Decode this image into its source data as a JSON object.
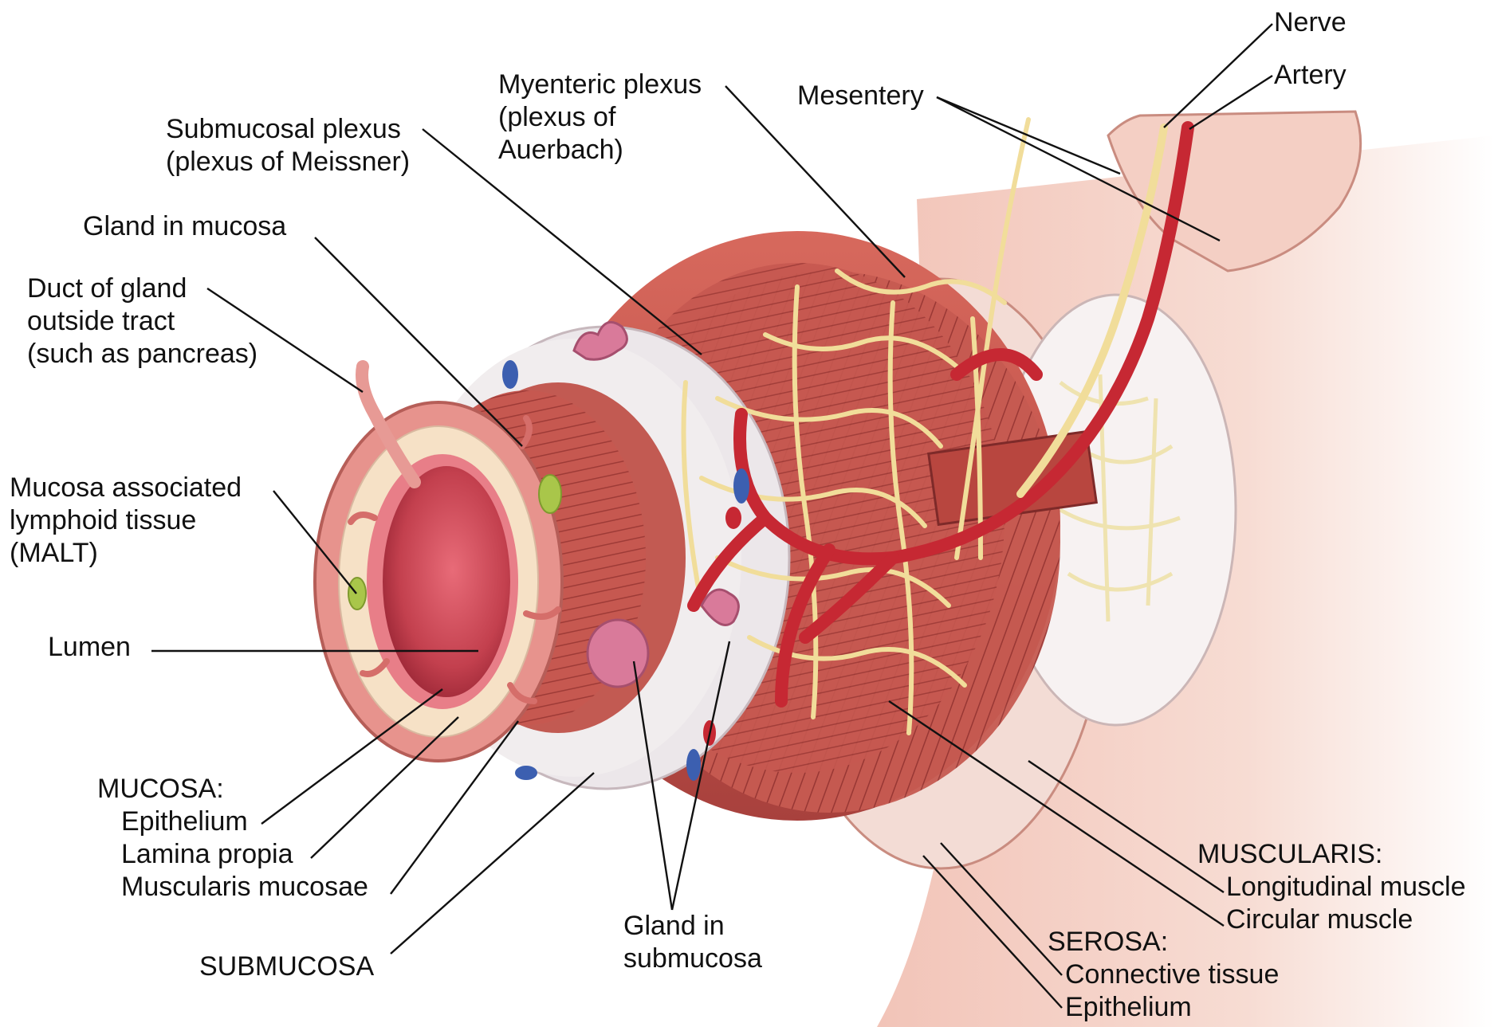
{
  "colors": {
    "muscle": "#c9594f",
    "muscle_dark": "#a63a35",
    "muscle_light": "#e08a7c",
    "mucosa_pink": "#e7938d",
    "lumen": "#b83a47",
    "lamina": "#f6e1c6",
    "submucosa": "#ece7ea",
    "serosa": "#f3dcd5",
    "nerve": "#f3e0a0",
    "artery": "#c62833",
    "malt": "#a9c64a",
    "vein": "#3c5fb0",
    "leader": "#111111"
  },
  "labels": {
    "nerve": [
      "Nerve"
    ],
    "artery": [
      "Artery"
    ],
    "mesentery": [
      "Mesentery"
    ],
    "myenteric": [
      "Myenteric plexus",
      "(plexus of",
      "Auerbach)"
    ],
    "submucosal_plexus": [
      "Submucosal plexus",
      "(plexus of Meissner)"
    ],
    "gland_mucosa": [
      "Gland in mucosa"
    ],
    "duct": [
      "Duct of gland",
      "outside tract",
      "(such as pancreas)"
    ],
    "malt": [
      "Mucosa associated",
      "lymphoid tissue",
      "(MALT)"
    ],
    "lumen": [
      "Lumen"
    ],
    "mucosa": [
      "MUCOSA:",
      "Epithelium",
      "Lamina propia",
      "Muscularis mucosae"
    ],
    "submucosa": [
      "SUBMUCOSA"
    ],
    "gland_submucosa": [
      "Gland in",
      "submucosa"
    ],
    "muscularis": [
      "MUSCULARIS:",
      "Longitudinal muscle",
      "Circular muscle"
    ],
    "serosa": [
      "SEROSA:",
      "Connective tissue",
      "Epithelium"
    ]
  }
}
